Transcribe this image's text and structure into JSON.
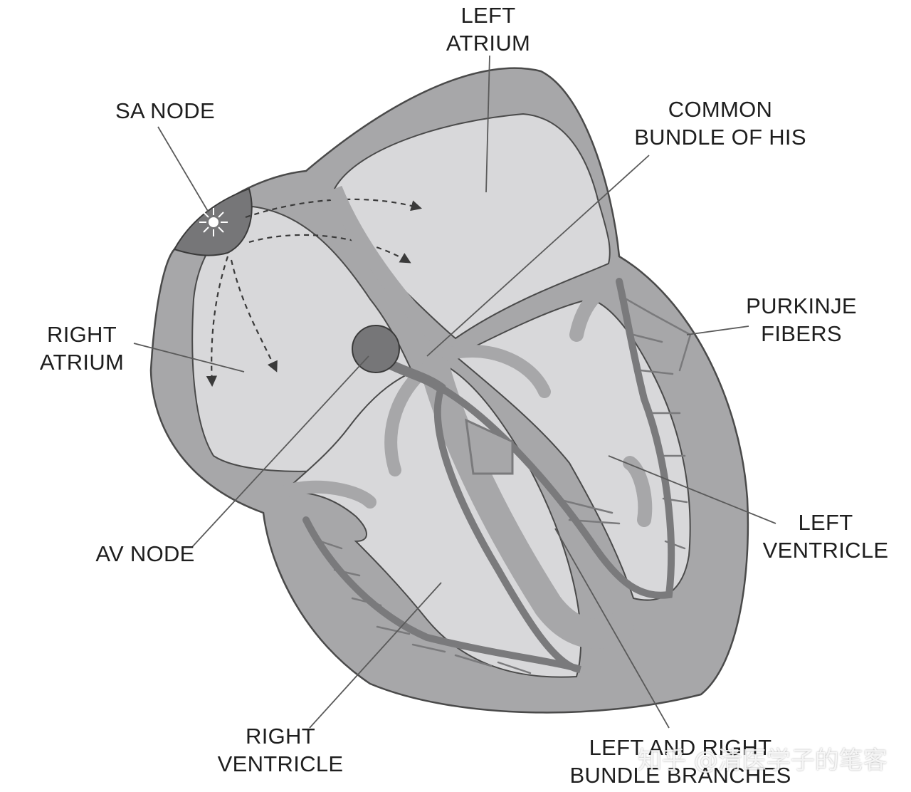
{
  "labels": {
    "left_atrium": [
      "LEFT",
      "ATRIUM"
    ],
    "sa_node": [
      "SA NODE"
    ],
    "common_bundle": [
      "COMMON",
      "BUNDLE OF HIS"
    ],
    "purkinje": [
      "PURKINJE",
      "FIBERS"
    ],
    "right_atrium": [
      "RIGHT",
      "ATRIUM"
    ],
    "av_node": [
      "AV NODE"
    ],
    "left_ventricle": [
      "LEFT",
      "VENTRICLE"
    ],
    "right_ventricle": [
      "RIGHT",
      "VENTRICLE"
    ],
    "bundle_branches": [
      "LEFT AND RIGHT",
      "BUNDLE BRANCHES"
    ]
  },
  "watermark": "知乎 @清医学子的笔客",
  "colors": {
    "wall": "#a7a7a9",
    "chamber": "#d8d8da",
    "conduction": "#7a7a7c",
    "node": "#767678",
    "outline": "#4a4a4a",
    "label_text": "#1e1e1e"
  }
}
